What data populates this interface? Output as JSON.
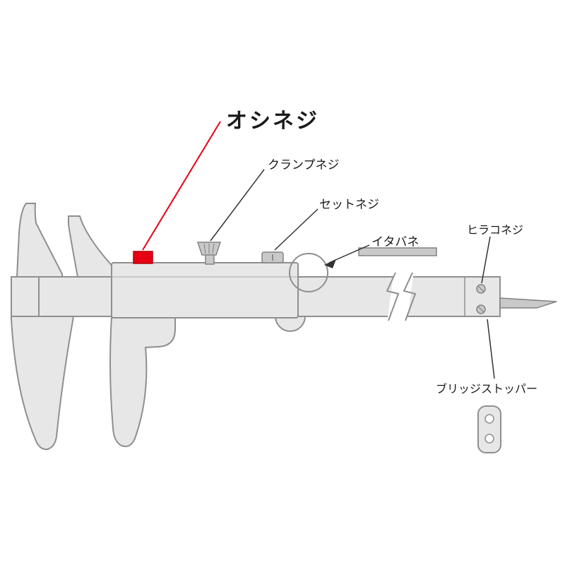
{
  "colors": {
    "highlight": "#e60012",
    "body_fill": "#e7e7e7",
    "outline": "#8f8f8f",
    "label": "#1a1a1a"
  },
  "labels": {
    "oshineji": "オシネジ",
    "clamp_screw": "クランプネジ",
    "set_screw": "セットネジ",
    "leaf_spring": "イタバネ",
    "flat_screw": "ヒラコネジ",
    "bridge_stopper": "ブリッジストッパー"
  }
}
